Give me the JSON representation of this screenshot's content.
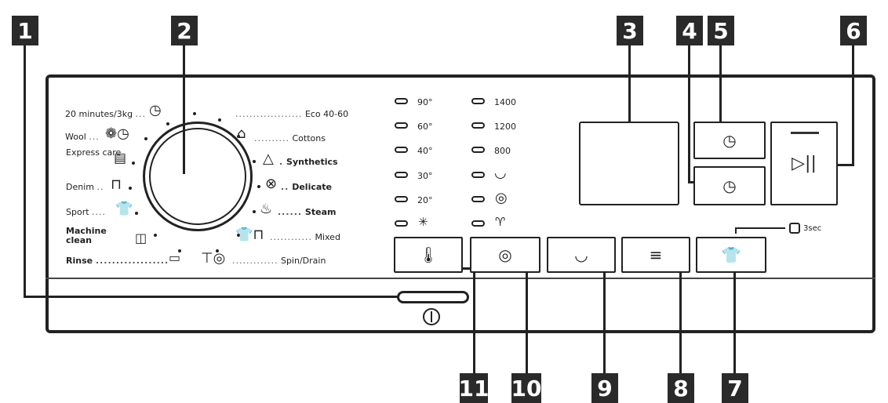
{
  "callouts": [
    "1",
    "2",
    "3",
    "4",
    "5",
    "6",
    "7",
    "8",
    "9",
    "10",
    "11"
  ],
  "programmes_left": [
    {
      "label": "20 minutes/3kg",
      "icon": "timer-icon"
    },
    {
      "label": "Wool",
      "icon": "wool-icon"
    },
    {
      "label": "Express care",
      "icon": "express-care-icon"
    },
    {
      "label": "Denim",
      "icon": "denim-icon"
    },
    {
      "label": "Sport",
      "icon": "sport-shirt-icon"
    },
    {
      "label": "Machine clean",
      "icon": "machine-clean-icon"
    },
    {
      "label": "Rinse",
      "icon": "rinse-icon"
    }
  ],
  "programmes_right": [
    {
      "label": "Eco 40-60",
      "icon": "eco-dot"
    },
    {
      "label": "Cottons",
      "icon": "cottons-icon"
    },
    {
      "label": "Synthetics",
      "icon": "synthetics-icon"
    },
    {
      "label": "Delicate",
      "icon": "delicate-icon"
    },
    {
      "label": "Steam",
      "icon": "steam-icon"
    },
    {
      "label": "Mixed",
      "icon": "mixed-icon"
    },
    {
      "label": "Spin/Drain",
      "icon": "spin-drain-icon"
    }
  ],
  "temperature_leds": [
    "90°",
    "60°",
    "40°",
    "30°",
    "20°"
  ],
  "spin_leds": [
    "1400",
    "1200",
    "800"
  ],
  "icons": {
    "cold": "✳",
    "rinse_hold": "◡",
    "spin_reduced": "◎",
    "no_spin": "♈",
    "temperature": "🌡",
    "spin": "◎",
    "extra_rinse": "◡",
    "prewash": "≡",
    "steam_shirt": "👕",
    "timer": "◷",
    "start_pause": "▷||",
    "power": "⏻"
  },
  "three_sec_label": "3sec"
}
